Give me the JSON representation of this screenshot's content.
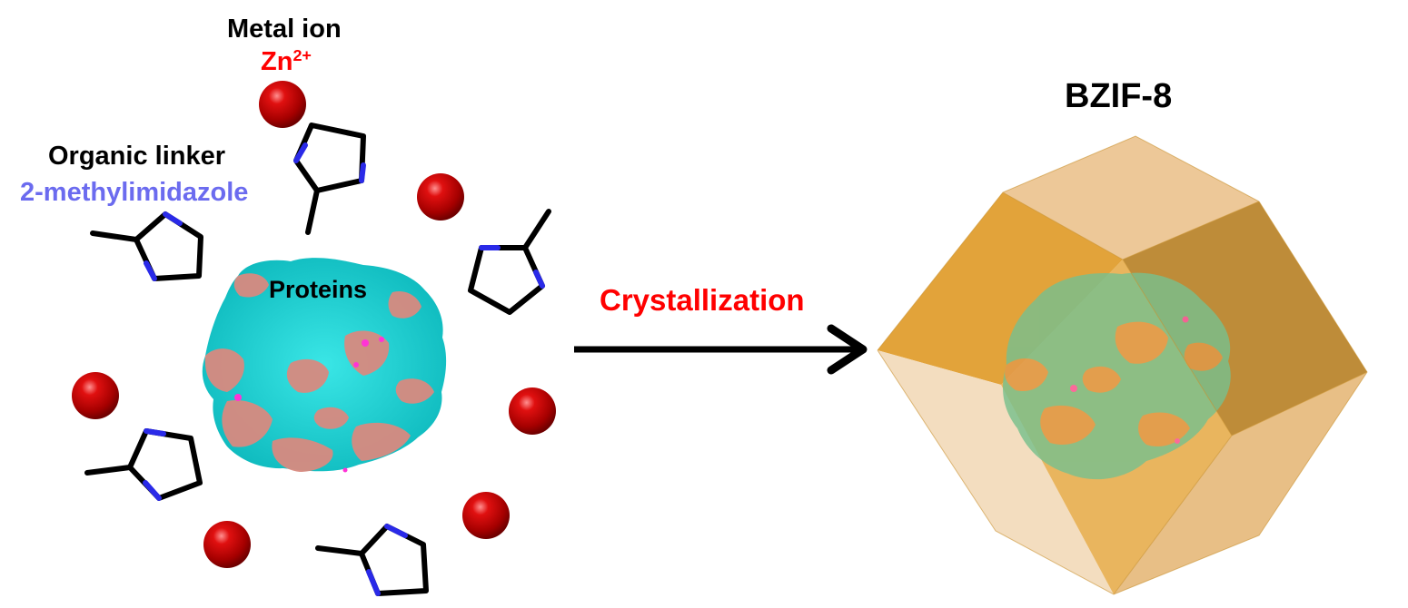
{
  "labels": {
    "metal_ion": "Metal ion",
    "zn_base": "Zn",
    "zn_charge": "2+",
    "organic_linker": "Organic linker",
    "linker_name": "2-methylimidazole",
    "proteins": "Proteins",
    "process": "Crystallization",
    "product": "BZIF-8"
  },
  "colors": {
    "zinc_ion": "#c40000",
    "linker_bond": "#000000",
    "linker_nitrogen": "#2a2ae8",
    "protein_main": "#10d6d6",
    "protein_accent": "#d88a80",
    "protein_highlight": "#ff33d6",
    "crystal_face": "#e0a340",
    "crystal_light": "#edc898",
    "crystal_dark": "#b07a20",
    "process_label": "#ff0000",
    "linker_label": "#6b6bef"
  }
}
